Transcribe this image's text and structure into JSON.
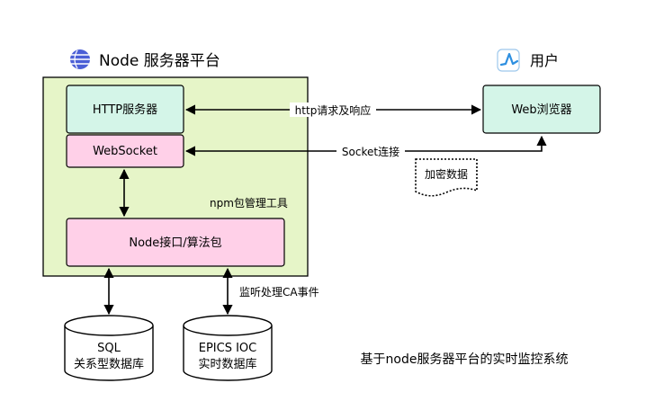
{
  "server": {
    "title": "Node 服务器平台",
    "http_server": "HTTP服务器",
    "websocket": "WebSocket",
    "npm_label": "npm包管理工具",
    "node_api": "Node接口/算法包"
  },
  "client": {
    "user_label": "用户",
    "browser": "Web浏览器"
  },
  "links": {
    "http": "http请求及响应",
    "socket": "Socket连接",
    "encrypted": "加密数据",
    "monitor": "监听处理CA事件"
  },
  "databases": {
    "sql_line1": "SQL",
    "sql_line2": "关系型数据库",
    "epics_line1": "EPICS IOC",
    "epics_line2": "实时数据库"
  },
  "caption": "基于node服务器平台的实时监控系统",
  "colors": {
    "platform_fill": "#e6f5c8",
    "mint_fill": "#d4f5e8",
    "pink_fill": "#ffd0e8",
    "stroke": "#000000",
    "logo_blue": "#4b5fd6",
    "user_icon_blue": "#2d8fe0"
  },
  "icons": {
    "platform_logo": "node-globe-icon",
    "user_icon": "activity-chart-icon"
  }
}
